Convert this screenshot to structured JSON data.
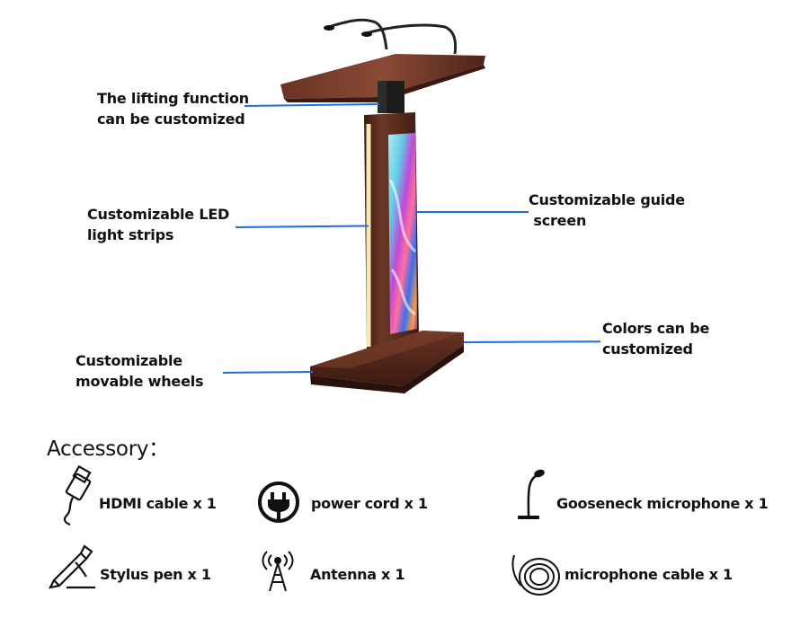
{
  "callouts": {
    "lifting": [
      "The lifting function",
      "can be customized"
    ],
    "led": [
      "Customizable LED",
      "light strips"
    ],
    "wheels": [
      "Customizable",
      "movable wheels"
    ],
    "screen": [
      "Customizable guide",
      " screen"
    ],
    "colors": [
      "Colors can be",
      "customized"
    ]
  },
  "accessory": {
    "title": "Accessory：",
    "items": {
      "hdmi": "HDMI cable x 1",
      "power": "power cord x 1",
      "gooseneck": "Gooseneck microphone x 1",
      "stylus": "Stylus pen x 1",
      "antenna": "Antenna x 1",
      "mic_cable": "microphone cable x 1"
    }
  },
  "colors": {
    "leader_line": "#1e6fd9",
    "wood": "#5a2a1e",
    "led": "#f3e4a0"
  }
}
